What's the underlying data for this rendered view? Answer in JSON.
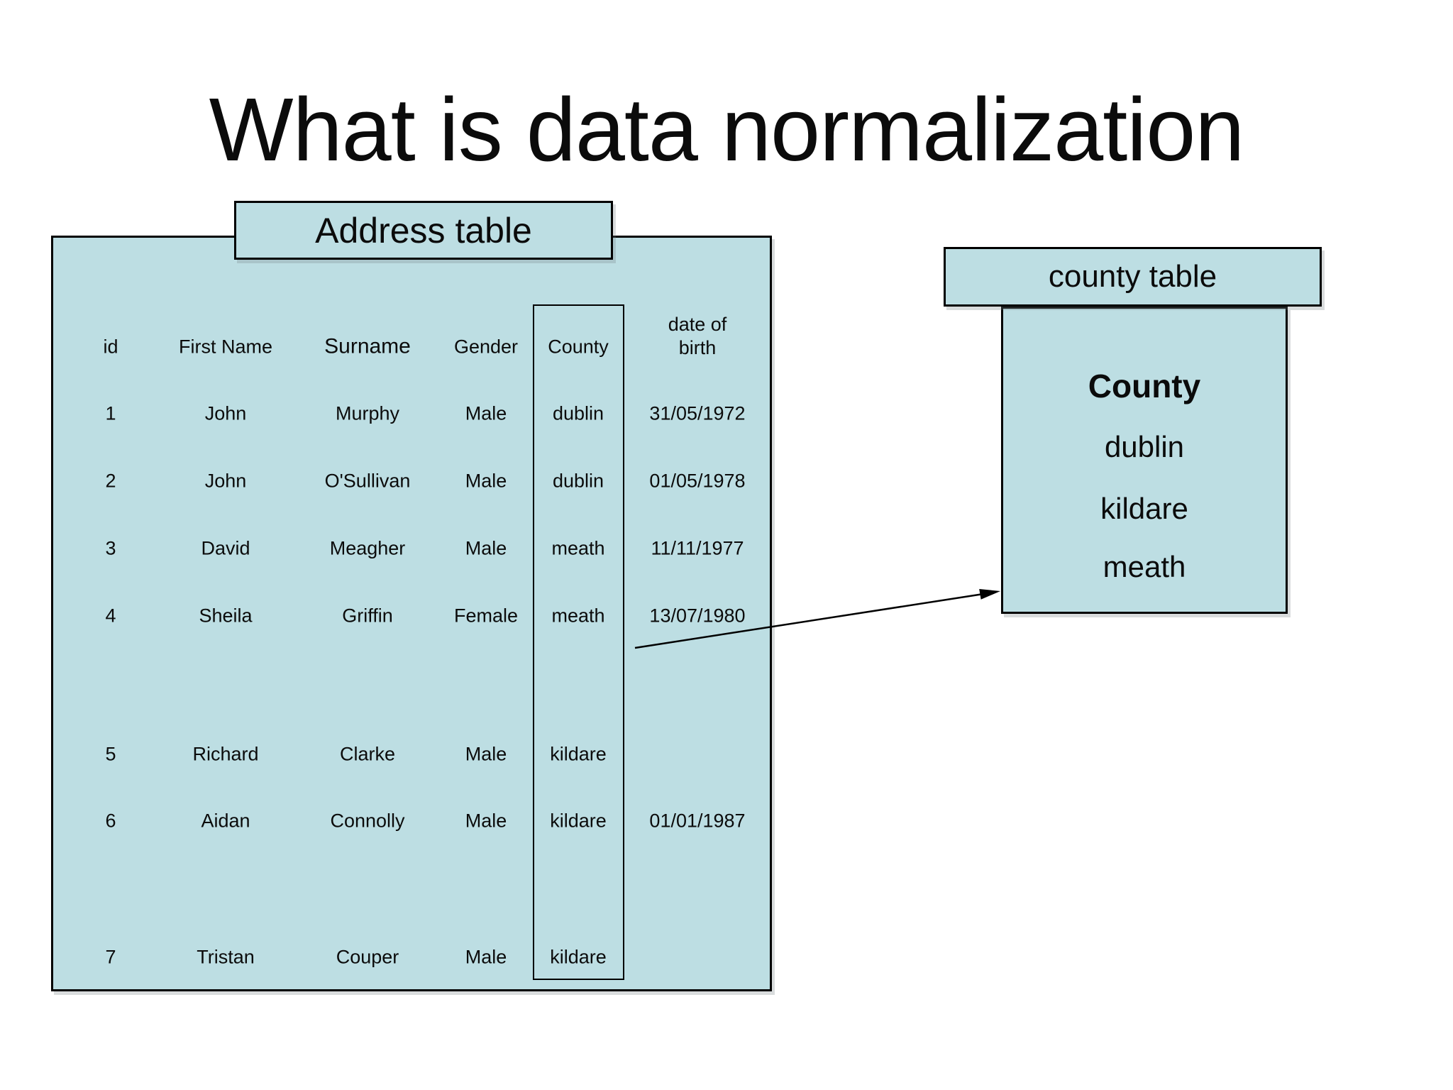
{
  "title": "What is data normalization",
  "colors": {
    "table_fill": "#bddee3",
    "border": "#000000",
    "background": "#ffffff"
  },
  "address_table": {
    "label": "Address table",
    "columns": [
      "id",
      "First Name",
      "Surname",
      "Gender",
      "County",
      "date of birth"
    ],
    "rows": [
      [
        "1",
        "John",
        "Murphy",
        "Male",
        "dublin",
        "31/05/1972"
      ],
      [
        "2",
        "John",
        "O'Sullivan",
        "Male",
        "dublin",
        "01/05/1978"
      ],
      [
        "3",
        "David",
        "Meagher",
        "Male",
        "meath",
        "11/11/1977"
      ],
      [
        "4",
        "Sheila",
        "Griffin",
        "Female",
        "meath",
        "13/07/1980"
      ],
      [
        "5",
        "Richard",
        "Clarke",
        "Male",
        "kildare",
        ""
      ],
      [
        "6",
        "Aidan",
        "Connolly",
        "Male",
        "kildare",
        "01/01/1987"
      ],
      [
        "7",
        "Tristan",
        "Couper",
        "Male",
        "kildare",
        ""
      ]
    ]
  },
  "county_table": {
    "label": "county table",
    "header": "County",
    "values": [
      "dublin",
      "kildare",
      "meath"
    ]
  }
}
